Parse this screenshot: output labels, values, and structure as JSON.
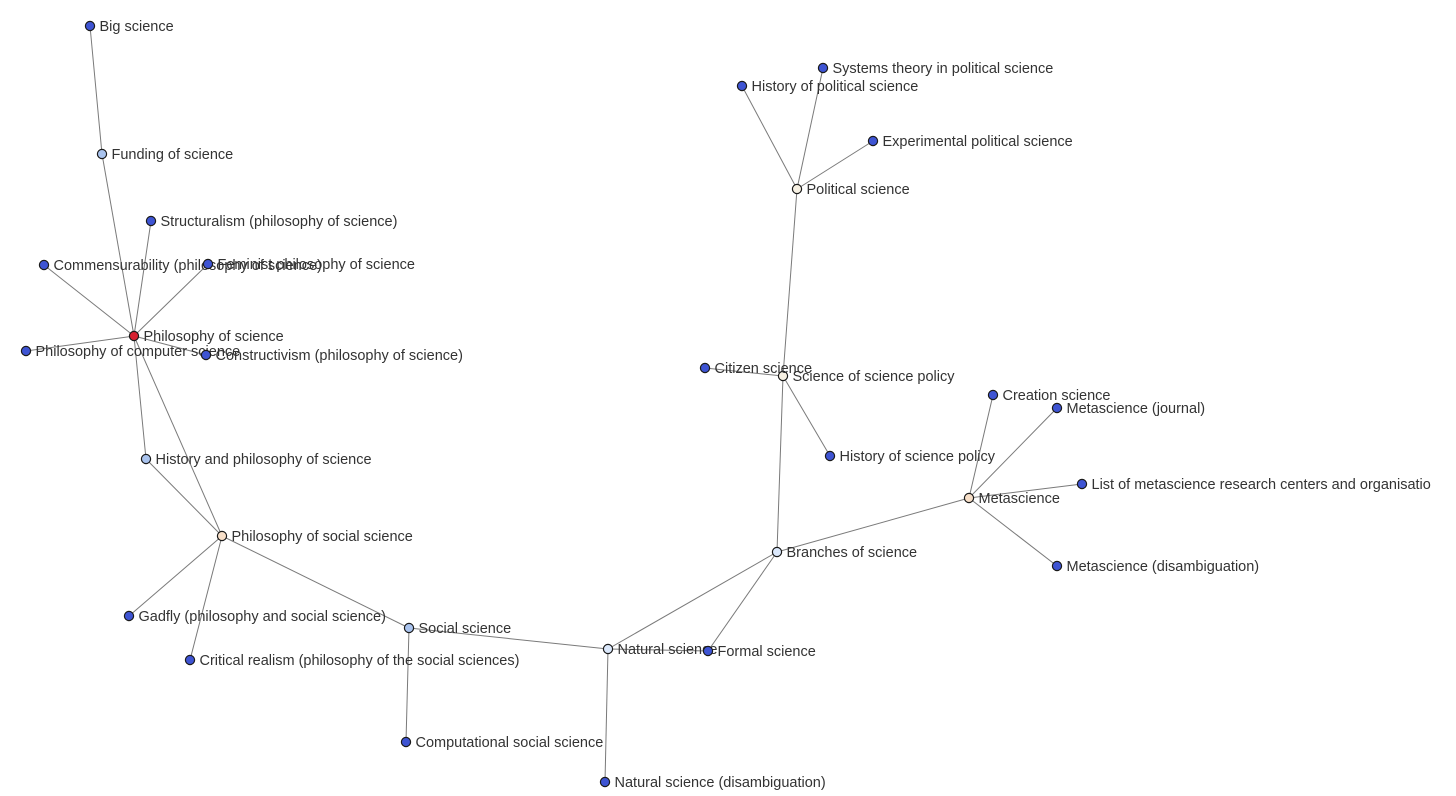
{
  "colors": {
    "root": "#d6202f",
    "leaf": "#3e54d3",
    "hub_light_blue": "#a9c3ee",
    "hub_pale_blue": "#dbe8fb",
    "hub_peach": "#f7dfc8",
    "hub_cream": "#f7f1e3"
  },
  "nodes": [
    {
      "id": "big",
      "label": "Big science",
      "color": "leaf"
    },
    {
      "id": "funding",
      "label": "Funding of science",
      "color": "hub_light_blue"
    },
    {
      "id": "struct",
      "label": "Structuralism (philosophy of science)",
      "color": "leaf"
    },
    {
      "id": "commens",
      "label": "Commensurability (philosophy of science)",
      "color": "leaf"
    },
    {
      "id": "feminist",
      "label": "Feminist philosophy of science",
      "color": "leaf"
    },
    {
      "id": "philsci",
      "label": "Philosophy of science",
      "color": "root"
    },
    {
      "id": "philcomp",
      "label": "Philosophy of computer science",
      "color": "leaf"
    },
    {
      "id": "construct",
      "label": "Constructivism (philosophy of science)",
      "color": "leaf"
    },
    {
      "id": "histphil",
      "label": "History and philosophy of science",
      "color": "hub_light_blue"
    },
    {
      "id": "philsoc",
      "label": "Philosophy of social science",
      "color": "hub_peach"
    },
    {
      "id": "gadfly",
      "label": "Gadfly (philosophy and social science)",
      "color": "leaf"
    },
    {
      "id": "critreal",
      "label": "Critical realism (philosophy of the social sciences)",
      "color": "leaf"
    },
    {
      "id": "socsci",
      "label": "Social science",
      "color": "hub_light_blue"
    },
    {
      "id": "compsoc",
      "label": "Computational social science",
      "color": "leaf"
    },
    {
      "id": "natsci",
      "label": "Natural science",
      "color": "hub_pale_blue"
    },
    {
      "id": "natdis",
      "label": "Natural science (disambiguation)",
      "color": "leaf"
    },
    {
      "id": "formal",
      "label": "Formal science",
      "color": "leaf"
    },
    {
      "id": "branches",
      "label": "Branches of science",
      "color": "hub_pale_blue"
    },
    {
      "id": "scipol",
      "label": "Science of science policy",
      "color": "hub_cream"
    },
    {
      "id": "citizen",
      "label": "Citizen science",
      "color": "leaf"
    },
    {
      "id": "histscipol",
      "label": "History of science policy",
      "color": "leaf"
    },
    {
      "id": "polsci",
      "label": "Political science",
      "color": "hub_cream"
    },
    {
      "id": "histpol",
      "label": "History of political science",
      "color": "leaf"
    },
    {
      "id": "systems",
      "label": "Systems theory in political science",
      "color": "leaf"
    },
    {
      "id": "exppol",
      "label": "Experimental political science",
      "color": "leaf"
    },
    {
      "id": "meta",
      "label": "Metascience",
      "color": "hub_peach"
    },
    {
      "id": "creation",
      "label": "Creation science",
      "color": "leaf"
    },
    {
      "id": "metajournal",
      "label": "Metascience (journal)",
      "color": "leaf"
    },
    {
      "id": "metalist",
      "label": "List of metascience research centers and organisatio",
      "color": "leaf"
    },
    {
      "id": "metadis",
      "label": "Metascience (disambiguation)",
      "color": "leaf"
    }
  ],
  "edges": [
    [
      "big",
      "funding"
    ],
    [
      "funding",
      "philsci"
    ],
    [
      "struct",
      "philsci"
    ],
    [
      "commens",
      "philsci"
    ],
    [
      "feminist",
      "philsci"
    ],
    [
      "philcomp",
      "philsci"
    ],
    [
      "construct",
      "philsci"
    ],
    [
      "histphil",
      "philsci"
    ],
    [
      "philsci",
      "philsoc"
    ],
    [
      "histphil",
      "philsoc"
    ],
    [
      "philsoc",
      "gadfly"
    ],
    [
      "philsoc",
      "critreal"
    ],
    [
      "philsoc",
      "socsci"
    ],
    [
      "socsci",
      "compsoc"
    ],
    [
      "socsci",
      "natsci"
    ],
    [
      "natsci",
      "natdis"
    ],
    [
      "natsci",
      "formal"
    ],
    [
      "natsci",
      "branches"
    ],
    [
      "formal",
      "branches"
    ],
    [
      "branches",
      "scipol"
    ],
    [
      "branches",
      "meta"
    ],
    [
      "scipol",
      "citizen"
    ],
    [
      "scipol",
      "histscipol"
    ],
    [
      "scipol",
      "polsci"
    ],
    [
      "polsci",
      "histpol"
    ],
    [
      "polsci",
      "systems"
    ],
    [
      "polsci",
      "exppol"
    ],
    [
      "meta",
      "creation"
    ],
    [
      "meta",
      "metajournal"
    ],
    [
      "meta",
      "metalist"
    ],
    [
      "meta",
      "metadis"
    ]
  ]
}
